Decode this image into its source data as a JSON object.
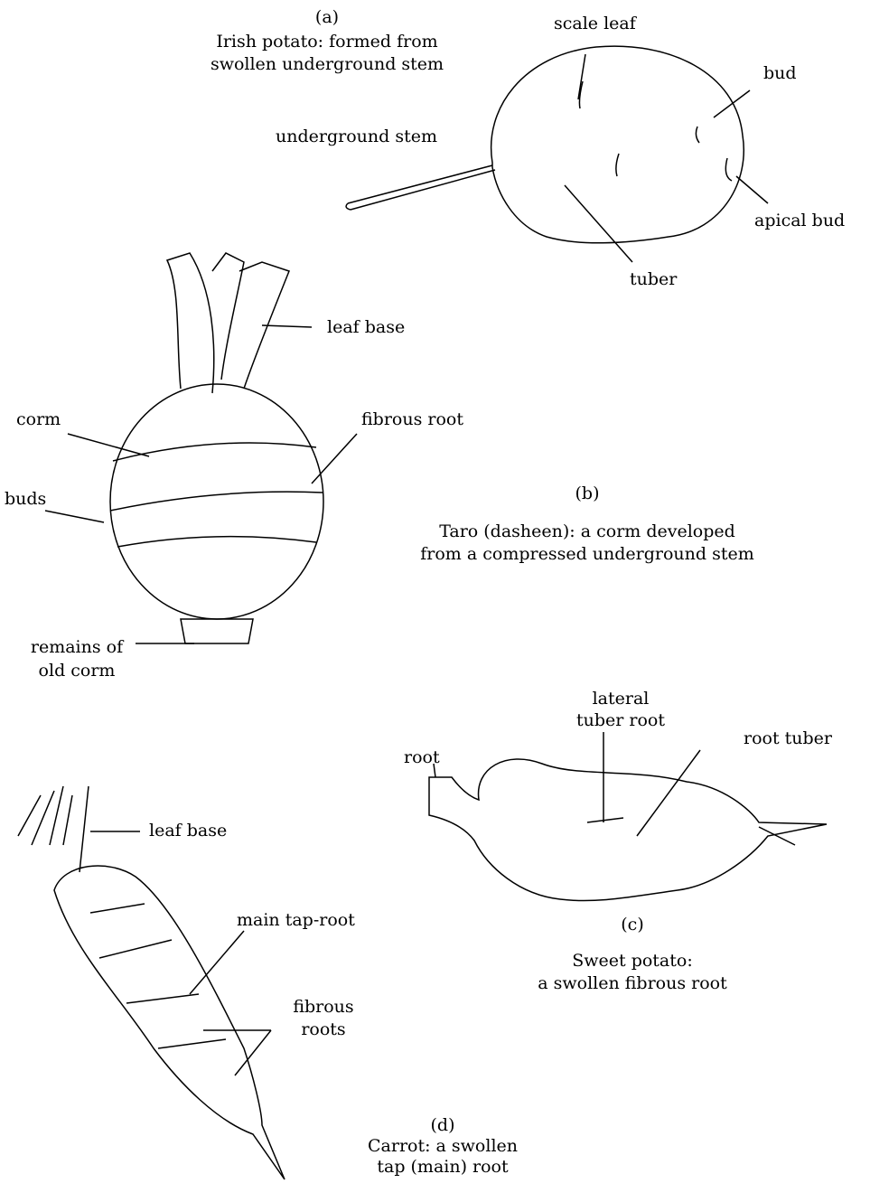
{
  "a": {
    "letter": "(a)",
    "caption1": "Irish potato: formed from",
    "caption2": "swollen underground stem",
    "labels": {
      "scale_leaf": "scale leaf",
      "bud": "bud",
      "underground_stem": "underground stem",
      "apical_bud": "apical bud",
      "tuber": "tuber"
    }
  },
  "b": {
    "letter": "(b)",
    "caption1": "Taro (dasheen): a corm developed",
    "caption2": "from a compressed underground stem",
    "labels": {
      "leaf_base": "leaf base",
      "corm": "corm",
      "fibrous_root": "fibrous root",
      "buds": "buds",
      "remains1": "remains of",
      "remains2": "old corm"
    }
  },
  "c": {
    "letter": "(c)",
    "caption1": "Sweet potato:",
    "caption2": "a swollen fibrous root",
    "labels": {
      "lateral1": "lateral",
      "lateral2": "tuber root",
      "root_tuber": "root tuber",
      "root": "root"
    }
  },
  "d": {
    "letter": "(d)",
    "caption1": "Carrot: a swollen",
    "caption2": "tap (main) root",
    "labels": {
      "leaf_base": "leaf base",
      "main_tap_root": "main tap-root",
      "fibrous1": "fibrous",
      "fibrous2": "roots"
    }
  }
}
